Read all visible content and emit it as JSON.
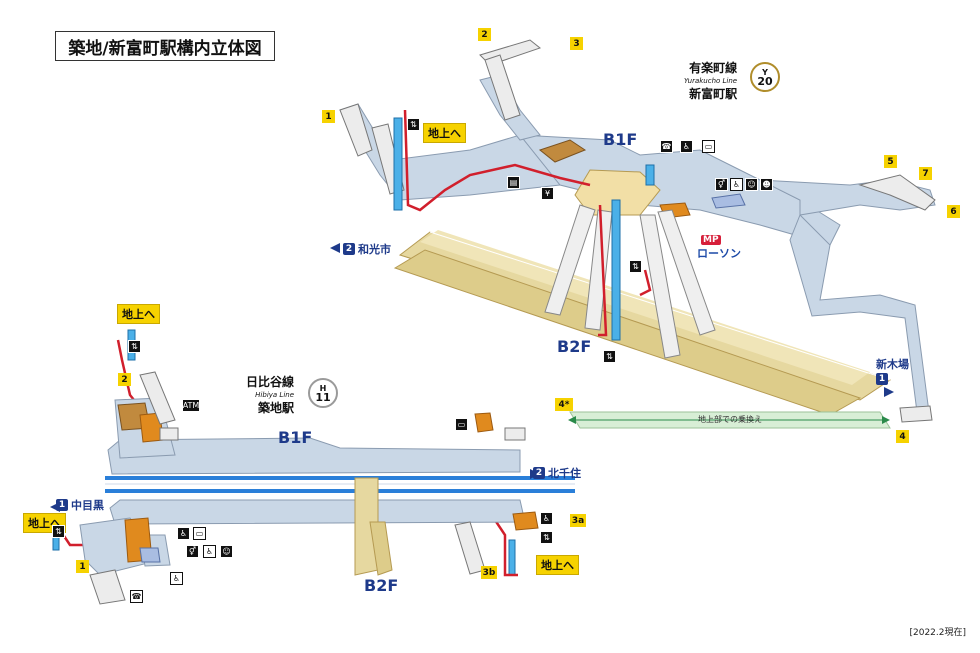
{
  "title": "築地/新富町駅構内立体図",
  "yurakucho": {
    "line_jp": "有楽町線",
    "line_en": "Yurakucho Line",
    "station": "新富町駅",
    "badge_letter": "Y",
    "badge_number": "20"
  },
  "hibiya": {
    "line_jp": "日比谷線",
    "line_en": "Hibiya Line",
    "station": "築地駅",
    "badge_letter": "H",
    "badge_number": "11"
  },
  "floors": {
    "upper_b1f": "B1F",
    "upper_b2f": "B2F",
    "lower_b1f": "B1F",
    "lower_b2f": "B2F"
  },
  "directions": {
    "wakoshi_num": "2",
    "wakoshi": "和光市",
    "shinkiba_num": "1",
    "shinkiba": "新木場",
    "kitasenju_num": "2",
    "kitasenju": "北千住",
    "nakameguro_num": "1",
    "nakameguro": "中目黒"
  },
  "exits": {
    "e1_upper": "1",
    "e2": "2",
    "e3": "3",
    "e5": "5",
    "e6": "6",
    "e7": "7",
    "e4": "4",
    "e4star": "4*",
    "h1": "1",
    "h2": "2",
    "h3a": "3a",
    "h3b": "3b"
  },
  "labels": {
    "to_ground_1": "地上へ",
    "to_ground_2": "地上へ",
    "to_ground_3": "地上へ",
    "to_ground_4": "地上へ",
    "lawson_mp": "MP",
    "lawson": "ローソン",
    "atm": "ATM",
    "transfer": "地上部での乗換え",
    "date_note": "[2022.2現在]"
  },
  "colors": {
    "concourse": "#c9d7e6",
    "platform": "#e6d8a0",
    "track": "#2a7fd9",
    "elevator": "#4bb0e8",
    "route_red": "#d11f2c",
    "shop": "#e08a1e",
    "transfer_band": "#d8eed6",
    "badge_ring": "#b08d2b"
  }
}
